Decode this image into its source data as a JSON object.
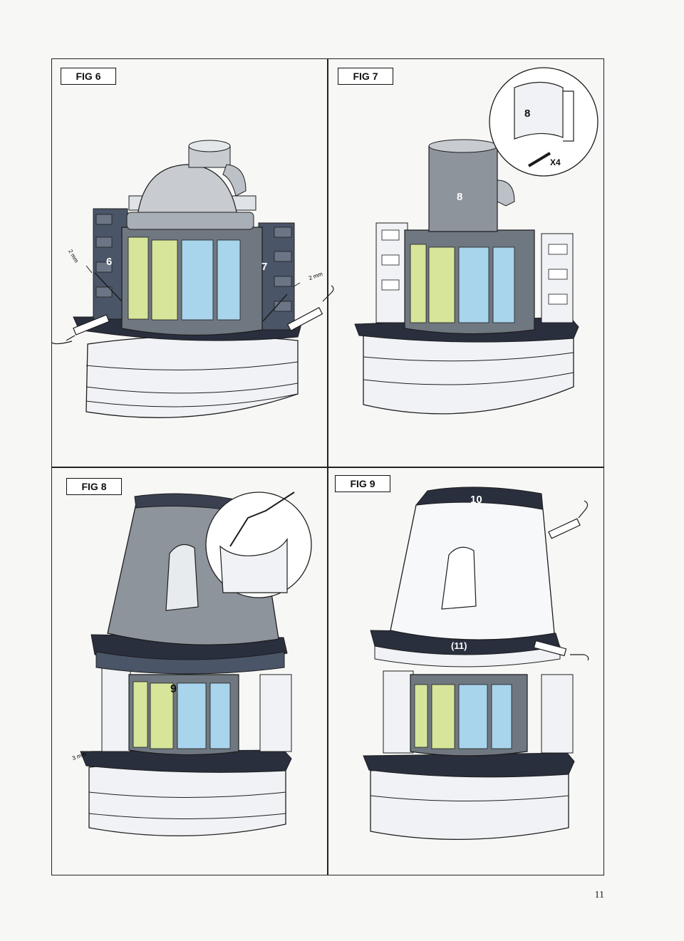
{
  "figures": [
    {
      "label": "FIG 6",
      "callouts": [
        "6",
        "7"
      ],
      "measurements": [
        "2 mm",
        "2 mm"
      ]
    },
    {
      "label": "FIG 7",
      "callouts": [
        "8",
        "8"
      ],
      "multiplier": "X4"
    },
    {
      "label": "FIG 8",
      "callouts": [
        "9"
      ],
      "measurements": [
        "3 mm"
      ]
    },
    {
      "label": "FIG 9",
      "callouts": [
        "10",
        "(11)"
      ]
    }
  ],
  "page_number": "11",
  "colors": {
    "outline": "#1d1d1d",
    "stone_dark": "#4a5568",
    "slab": "#2a2f3e",
    "glass_green": "#d6e59a",
    "glass_blue": "#a8d4ec",
    "metal": "#9aa1a8",
    "white_part": "#f0f2f5"
  }
}
